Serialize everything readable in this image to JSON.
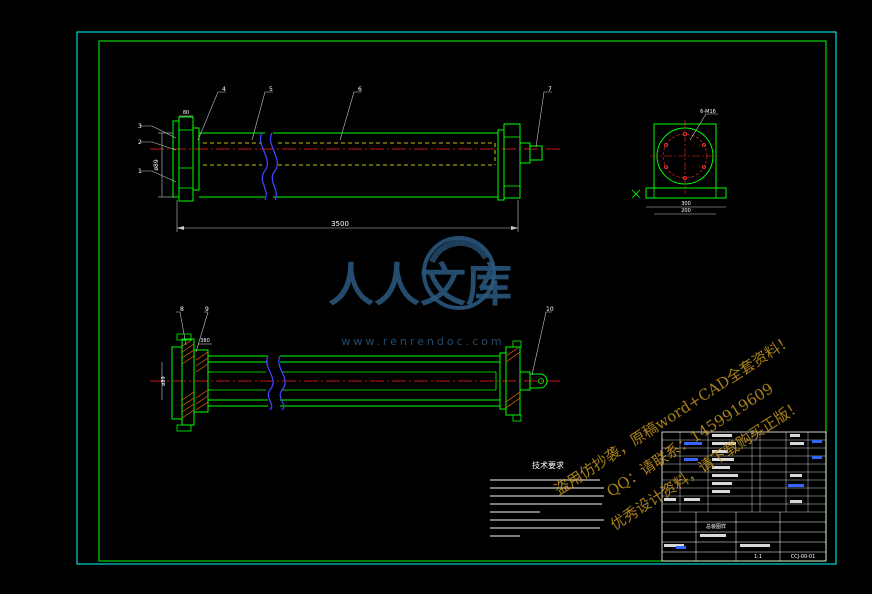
{
  "drawing": {
    "background": "#000000",
    "colors": {
      "frame": "#00ffff",
      "outline": "#00ff00",
      "leader": "#c8c8c8",
      "hidden": "#ffff00",
      "centerline": "#ff2020",
      "break_line": "#4040ff",
      "hatch": "#ff6600",
      "bolt_circle": "#ff3333",
      "title_white": "#ffffff",
      "title_blue": "#3366ff",
      "watermark_logo": "#2a5a82",
      "watermark_text": "#d4a020"
    }
  },
  "front_view": {
    "dimension_overall": "3500",
    "dimension_height": "ø89",
    "dimension_flange": "80",
    "part_callouts": [
      "1",
      "2",
      "3",
      "4",
      "5",
      "6",
      "7"
    ]
  },
  "side_view": {
    "bolt_circle_label": "6-M16",
    "width_dims": [
      "300",
      "200"
    ]
  },
  "section_view": {
    "dimension_left": "ø89",
    "dimension_bore": "380",
    "part_callouts": [
      "8",
      "9",
      "10"
    ]
  },
  "technical_requirements": {
    "heading": "技术要求"
  },
  "title_block": {
    "scale_sheet_text": "1:1",
    "drawing_number": "CCJ-00-01",
    "part_label": "总装图样"
  },
  "watermark": {
    "logo_text": "人人文库",
    "url_text": "www.renrendoc.com",
    "line1": "盗用仿抄袭，原稿word+CAD全套资料！",
    "line2": "QQ：请联系：1459919609",
    "line3": "优秀设计资料，请下载购买正版！"
  }
}
